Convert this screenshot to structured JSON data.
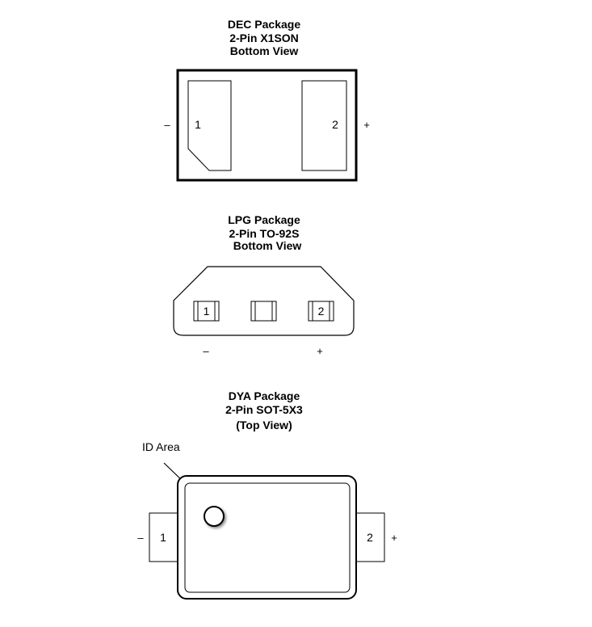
{
  "dec": {
    "title": [
      "DEC Package",
      "2-Pin X1SON",
      "Bottom View"
    ],
    "pin1": "1",
    "pin2": "2",
    "minus": "–",
    "plus": "+"
  },
  "lpg": {
    "title": [
      "LPG Package",
      "2-Pin TO-92S",
      "Bottom View"
    ],
    "pin1": "1",
    "pin2": "2",
    "minus": "–",
    "plus": "+"
  },
  "dya": {
    "title": [
      "DYA Package",
      "2-Pin SOT-5X3",
      "(Top View)"
    ],
    "id_area": "ID Area",
    "pin1": "1",
    "pin2": "2",
    "minus": "–",
    "plus": "+"
  }
}
